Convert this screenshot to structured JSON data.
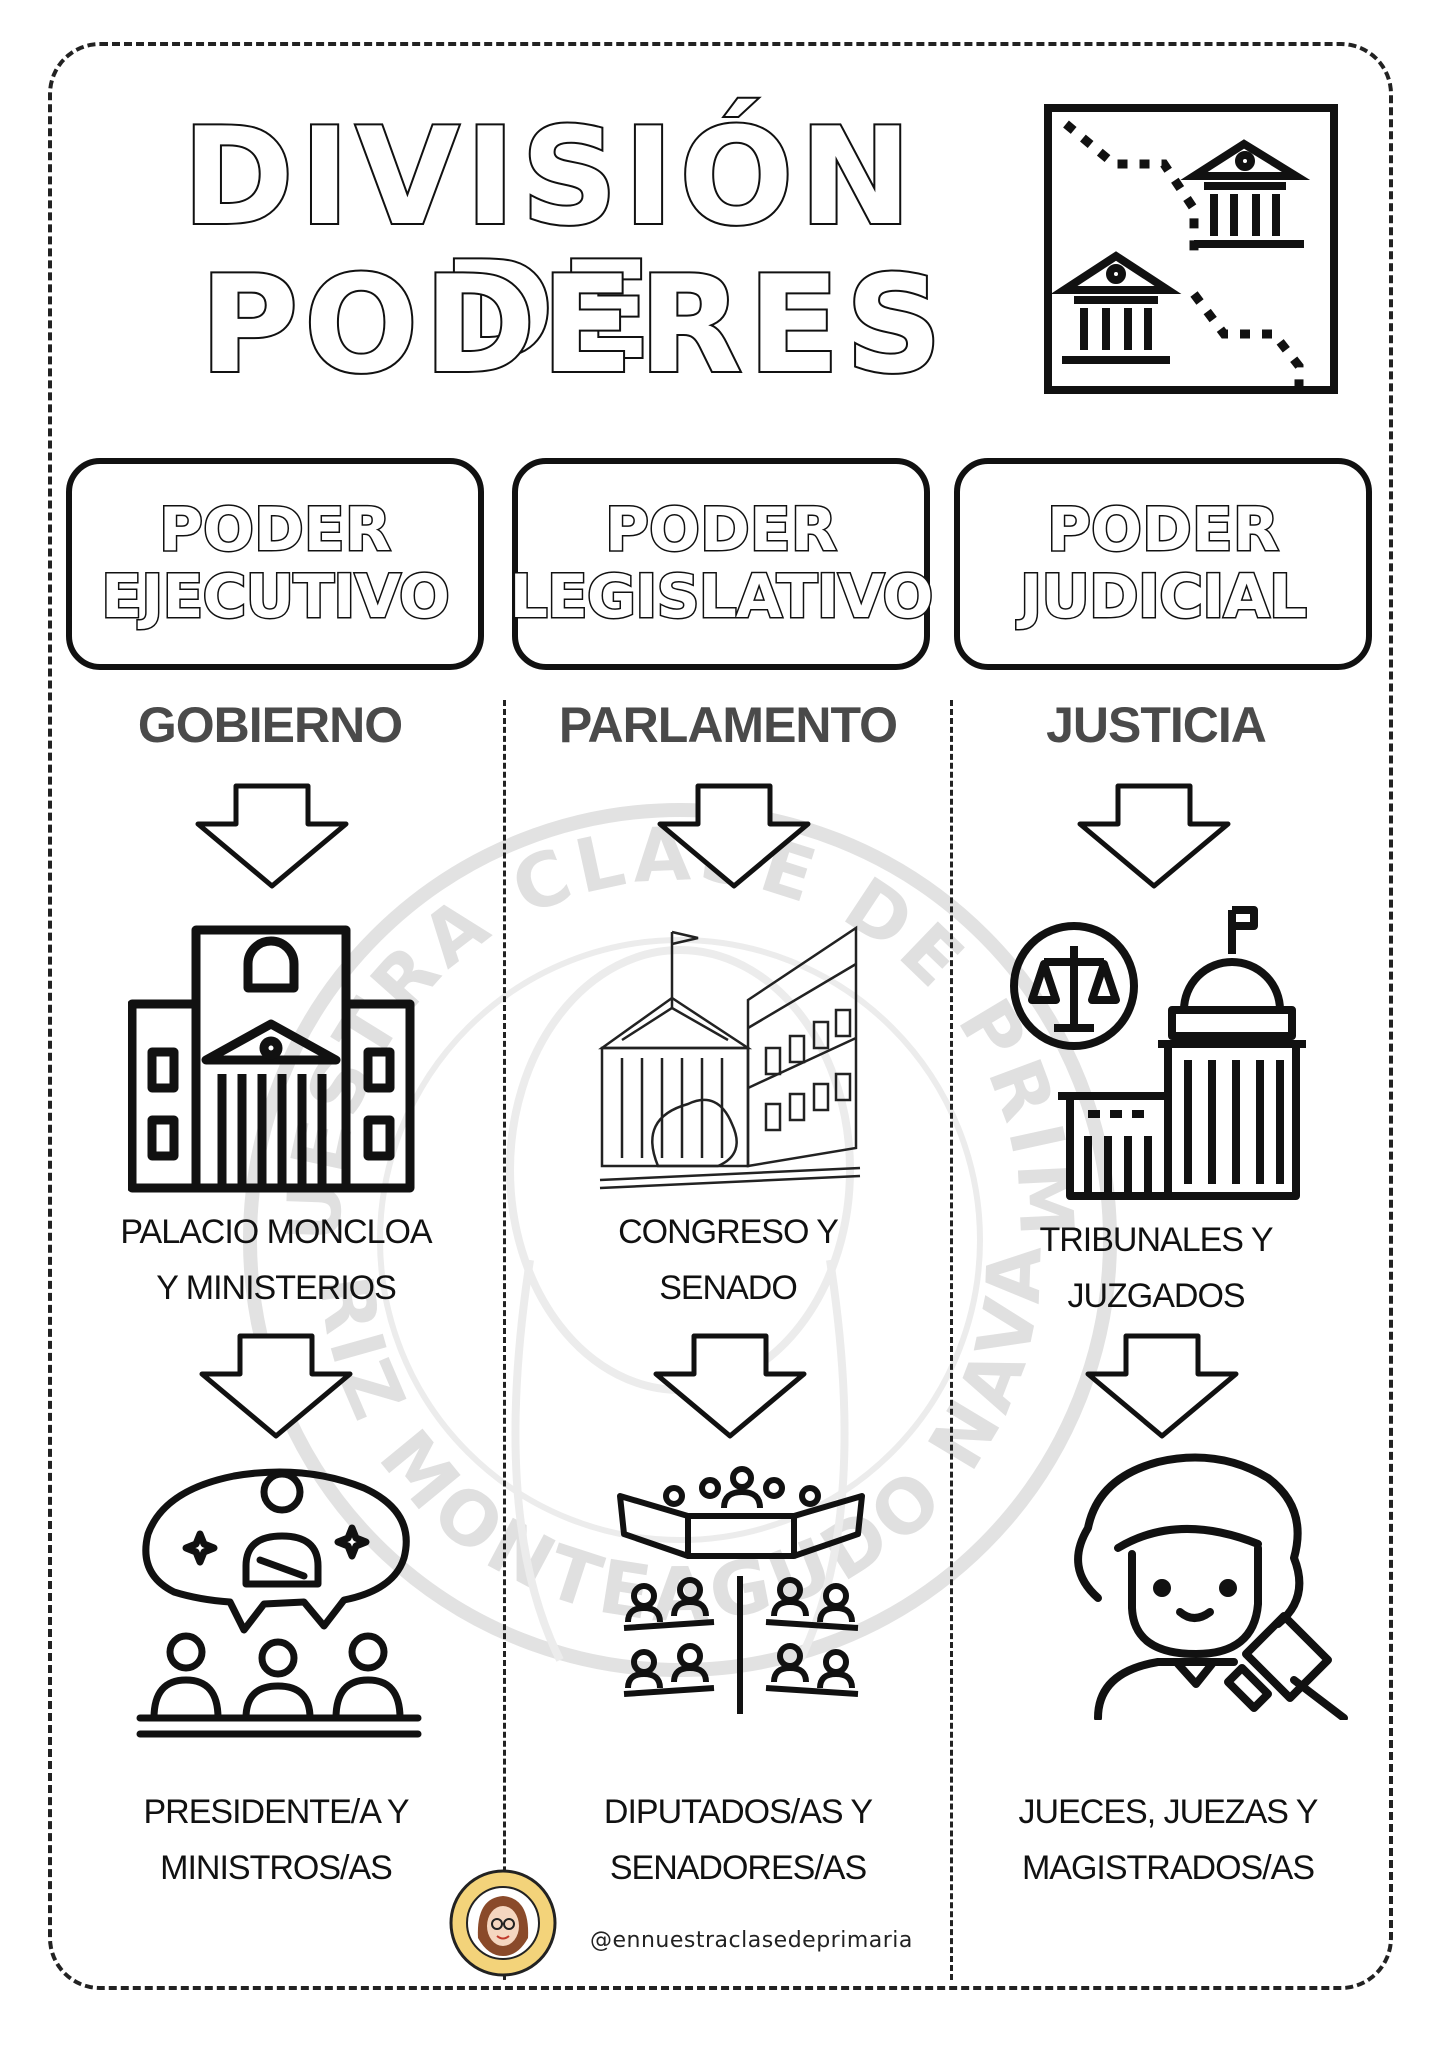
{
  "title": {
    "line1": "DIVISIÓN DE",
    "line2": "PODERES"
  },
  "columns": [
    {
      "box_line1": "PODER",
      "box_line2": "EJECUTIVO",
      "organ": "GOBIERNO",
      "place_line1": "PALACIO MONCLOA",
      "place_line2": "Y MINISTERIOS",
      "members_line1": "PRESIDENTE/A Y",
      "members_line2": "MINISTROS/AS"
    },
    {
      "box_line1": "PODER",
      "box_line2": "LEGISLATIVO",
      "organ": "PARLAMENTO",
      "place_line1": "CONGRESO Y",
      "place_line2": "SENADO",
      "members_line1": "DIPUTADOS/AS Y",
      "members_line2": "SENADORES/AS"
    },
    {
      "box_line1": "PODER",
      "box_line2": "JUDICIAL",
      "organ": "JUSTICIA",
      "place_line1": "TRIBUNALES Y",
      "place_line2": "JUZGADOS",
      "members_line1": "JUECES, JUEZAS Y",
      "members_line2": "MAGISTRADOS/AS"
    }
  ],
  "watermark": {
    "arc_top": "EN NUESTRA CLASE DE PRIMARIA",
    "arc_bottom": "BEATRIZ MONTEAGUDO NAVARRO"
  },
  "footer": {
    "handle": "@ennuestraclasedeprimaria"
  },
  "colors": {
    "ink": "#111111",
    "organ_text": "#4a4a4a",
    "watermark": "#d8d8d8"
  }
}
